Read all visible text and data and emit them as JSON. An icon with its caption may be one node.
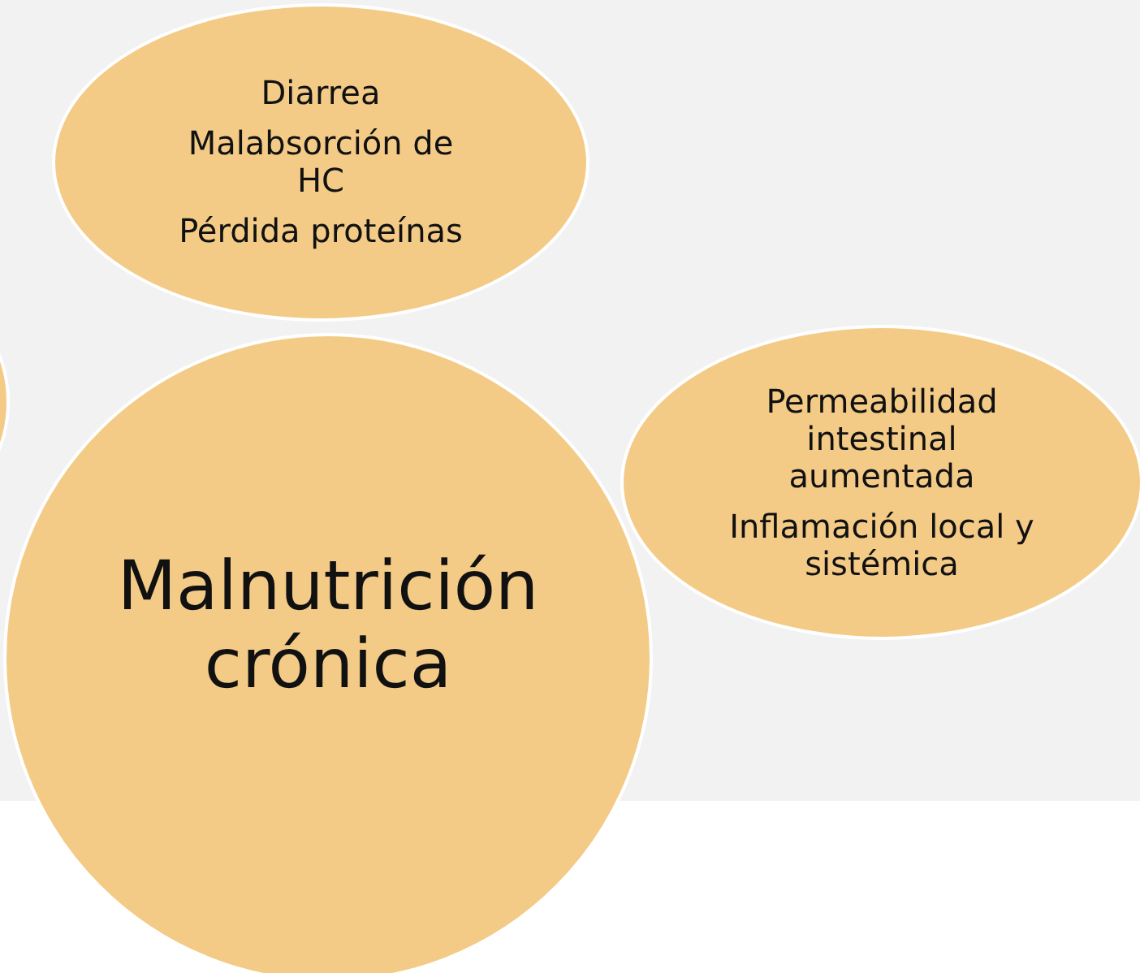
{
  "diagram": {
    "nodes": [
      {
        "text": [
          "Diarrea",
          "Malabsorción de HC",
          "Pérdida proteínas"
        ]
      },
      {
        "text": [],
        "shape": "circle"
      },
      {
        "text": [
          "Malnutrición crónica"
        ]
      },
      {
        "text": [
          "Permeabilidad intestinal aumentada",
          "Inflamación local y sistémica"
        ]
      }
    ],
    "edges": []
  }
}
